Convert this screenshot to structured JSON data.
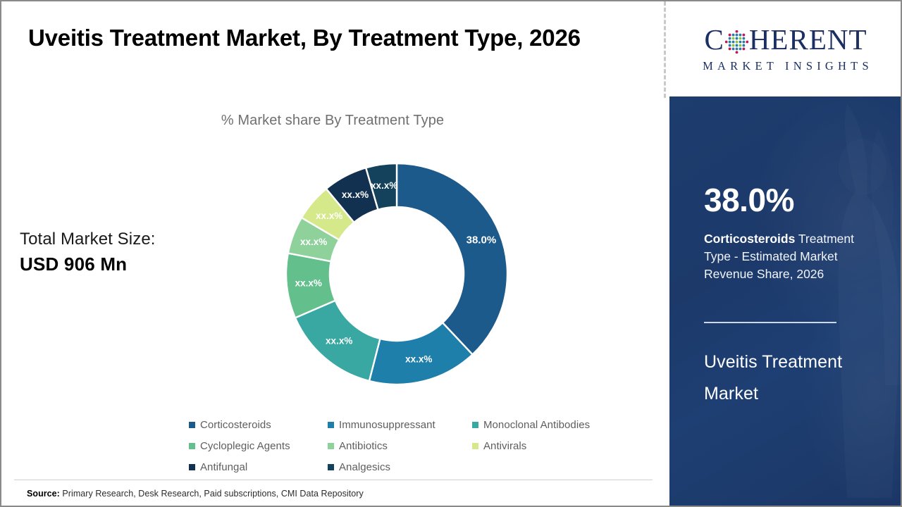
{
  "header": {
    "title": "Uveitis Treatment Market, By Treatment Type, 2026",
    "subtitle": "% Market share By Treatment Type"
  },
  "total_market": {
    "label": "Total Market Size:",
    "value": "USD 906 Mn"
  },
  "source": {
    "prefix": "Source:",
    "text": " Primary Research, Desk Research, Paid subscriptions, CMI Data Repository"
  },
  "logo": {
    "wordmark_before": "C",
    "wordmark_after": "HERENT",
    "globe_icon": "dotted-globe-icon",
    "tagline": "MARKET INSIGHTS",
    "color": "#1b2f63"
  },
  "panel": {
    "stat_value": "38.0%",
    "stat_desc_bold": "Corticosteroids",
    "stat_desc_rest": " Treatment Type - Estimated Market Revenue Share, 2026",
    "footer": "Uveitis Treatment Market",
    "background_color": "#1d3d6e"
  },
  "chart_data": {
    "type": "pie",
    "title": "Uveitis Treatment Market, By Treatment Type, 2026",
    "subtitle": "% Market share By Treatment Type",
    "xlabel": "",
    "ylabel": "",
    "legend_position": "bottom",
    "grid": false,
    "donut": true,
    "inner_radius_ratio": 0.605,
    "start_angle_deg": 0,
    "categories": [
      "Corticosteroids",
      "Immunosuppressant",
      "Monoclonal Antibodies",
      "Cycloplegic Agents",
      "Antibiotics",
      "Antivirals",
      "Antifungal",
      "Analgesics"
    ],
    "values": [
      38.0,
      16.0,
      14.5,
      9.5,
      5.5,
      5.5,
      6.5,
      4.5
    ],
    "labels": [
      "38.0%",
      "xx.x%",
      "xx.x%",
      "xx.x%",
      "xx.x%",
      "xx.x%",
      "xx.x%",
      "xx.x%"
    ],
    "colors": [
      "#1d5a8c",
      "#1f7fab",
      "#3aa8a2",
      "#63c08d",
      "#8fd19a",
      "#d5e88a",
      "#123050",
      "#14415c"
    ]
  }
}
